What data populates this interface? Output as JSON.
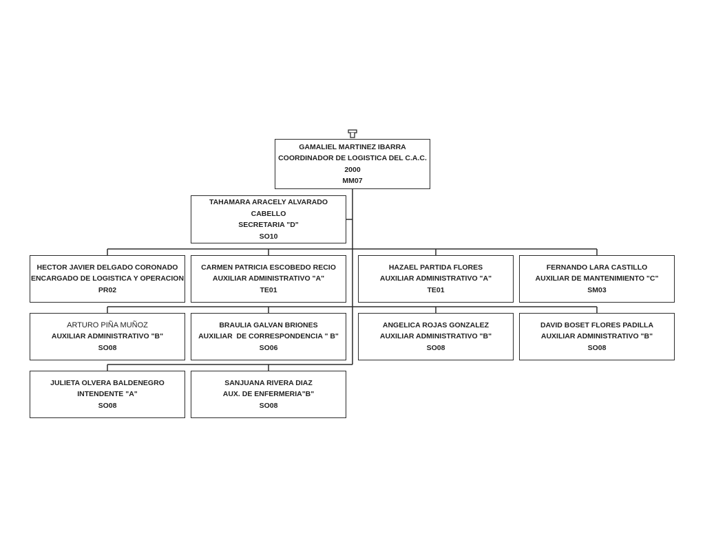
{
  "chart": {
    "nodes": [
      {
        "id": "coordinator",
        "lines": [
          "GAMALIEL MARTINEZ IBARRA",
          "COORDINADOR DE LOGISTICA DEL C.A.C.",
          "2000",
          "MM07"
        ]
      },
      {
        "id": "secretary",
        "lines": [
          "TAHAMARA ARACELY ALVARADO",
          "CABELLO",
          "SECRETARIA \"D\"",
          "SO10"
        ]
      },
      {
        "id": "hector",
        "lines": [
          "HECTOR JAVIER DELGADO CORONADO",
          "ENCARGADO DE LOGISTICA Y OPERACION",
          "PR02"
        ]
      },
      {
        "id": "carmen",
        "lines": [
          "CARMEN PATRICIA ESCOBEDO RECIO",
          "AUXILIAR ADMINISTRATIVO \"A\"",
          "TE01"
        ]
      },
      {
        "id": "hazael",
        "lines": [
          "HAZAEL PARTIDA FLORES",
          "AUXILIAR ADMINISTRATIVO \"A\"",
          "TE01"
        ]
      },
      {
        "id": "fernando",
        "lines": [
          "FERNANDO LARA CASTILLO",
          "AUXILIAR DE MANTENIMIENTO \"C\"",
          "SM03"
        ]
      },
      {
        "id": "arturo",
        "lines": [
          "ARTURO PIÑA MUÑOZ",
          "AUXILIAR ADMINISTRATIVO \"B\"",
          "SO08"
        ]
      },
      {
        "id": "braulia",
        "lines": [
          "BRAULIA GALVAN BRIONES",
          "AUXILIAR  DE CORRESPONDENCIA \" B\"",
          "SO06"
        ]
      },
      {
        "id": "angelica",
        "lines": [
          "ANGELICA ROJAS GONZALEZ",
          "AUXILIAR ADMINISTRATIVO \"B\"",
          "SO08"
        ]
      },
      {
        "id": "david",
        "lines": [
          "DAVID BOSET FLORES PADILLA",
          "AUXILIAR ADMINISTRATIVO \"B\"",
          "SO08"
        ]
      },
      {
        "id": "julieta",
        "lines": [
          "JULIETA OLVERA BALDENEGRO",
          "INTENDENTE \"A\"",
          "SO08"
        ]
      },
      {
        "id": "sanjuana",
        "lines": [
          "SANJUANA RIVERA DIAZ",
          "AUX. DE ENFERMERIA\"B\"",
          "SO08"
        ]
      }
    ],
    "edges": [
      {
        "from": "coordinator",
        "to": "secretary",
        "kind": "assistant"
      },
      {
        "from": "coordinator",
        "to": "hector"
      },
      {
        "from": "coordinator",
        "to": "carmen"
      },
      {
        "from": "coordinator",
        "to": "hazael"
      },
      {
        "from": "coordinator",
        "to": "fernando"
      },
      {
        "from": "coordinator",
        "to": "arturo"
      },
      {
        "from": "coordinator",
        "to": "braulia"
      },
      {
        "from": "coordinator",
        "to": "angelica"
      },
      {
        "from": "coordinator",
        "to": "david"
      },
      {
        "from": "coordinator",
        "to": "julieta"
      },
      {
        "from": "coordinator",
        "to": "sanjuana"
      }
    ]
  }
}
